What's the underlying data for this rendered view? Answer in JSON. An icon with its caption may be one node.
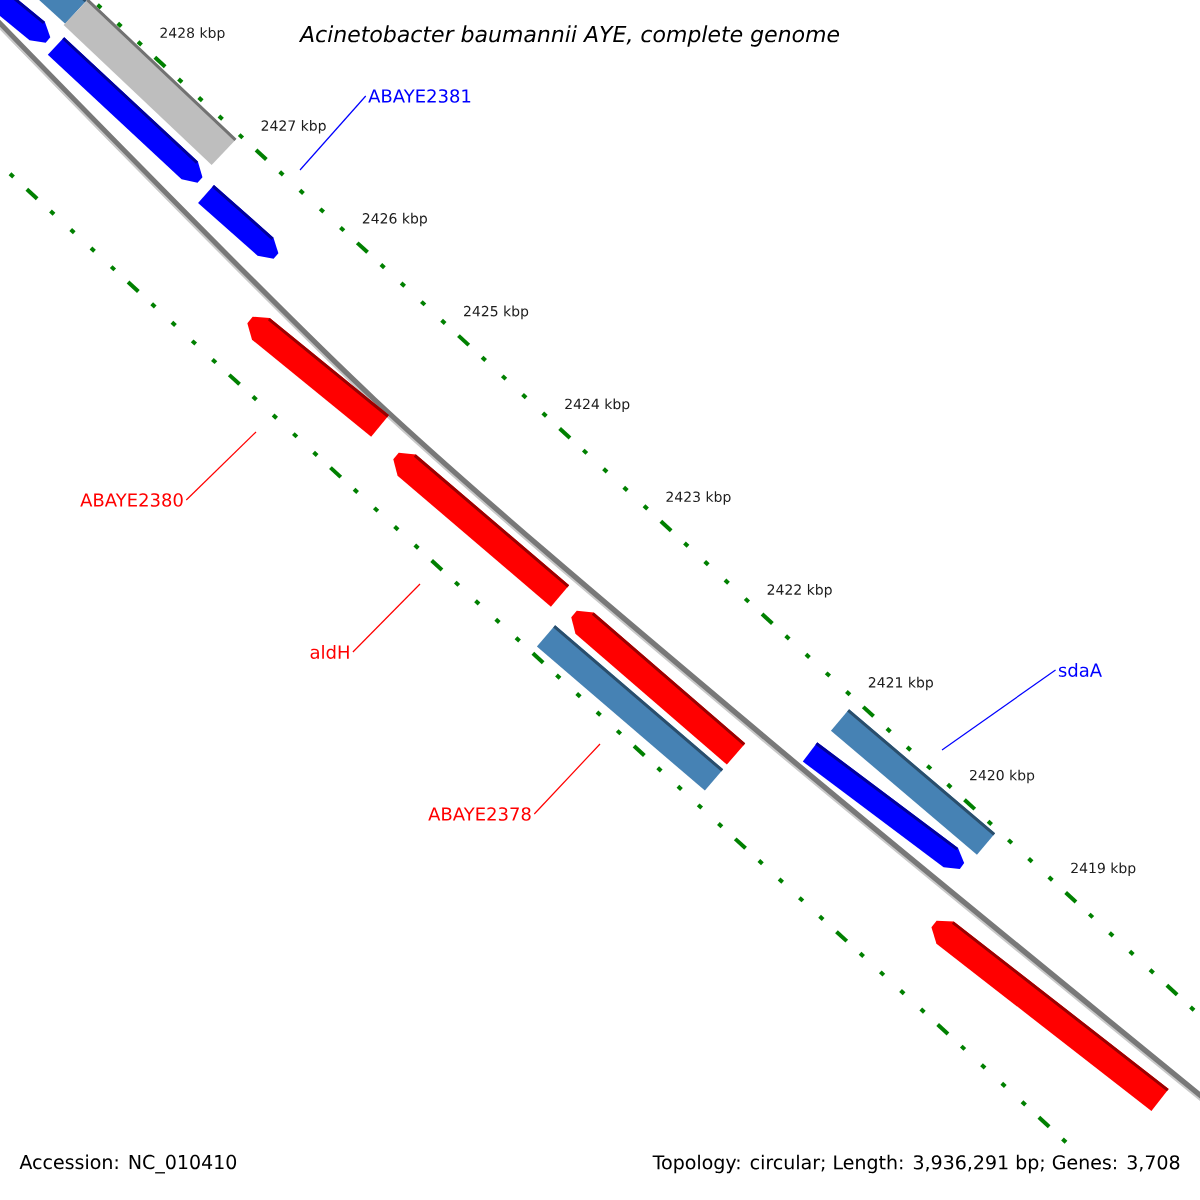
{
  "diagram": {
    "title": "Acinetobacter baumannii AYE, complete genome",
    "nodes": [
      {
        "text": [
          "ABAYE2381"
        ]
      },
      {
        "text": [
          "ABAYE2380"
        ]
      },
      {
        "text": [
          "aldH"
        ]
      },
      {
        "text": [
          "ABAYE2378"
        ]
      },
      {
        "text": [
          "sdaA"
        ]
      }
    ],
    "edges": [
      {
        "from": 0,
        "to": null,
        "arrow": "none",
        "color": "#0000ff"
      },
      {
        "from": 1,
        "to": null,
        "arrow": "none",
        "color": "#ff0000"
      },
      {
        "from": 2,
        "to": null,
        "arrow": "none",
        "color": "#ff0000"
      },
      {
        "from": 3,
        "to": null,
        "arrow": "none",
        "color": "#ff0000"
      },
      {
        "from": 4,
        "to": null,
        "arrow": "none",
        "color": "#0000ff"
      }
    ],
    "labels": [
      "2428 kbp",
      "2427 kbp",
      "2426 kbp",
      "2425 kbp",
      "2424 kbp",
      "2423 kbp",
      "2422 kbp",
      "2421 kbp",
      "2420 kbp",
      "2419 kbp",
      "Accession: NC_010410",
      "Topology: circular; Length: 3,936,291 bp; Genes: 3,708"
    ]
  }
}
